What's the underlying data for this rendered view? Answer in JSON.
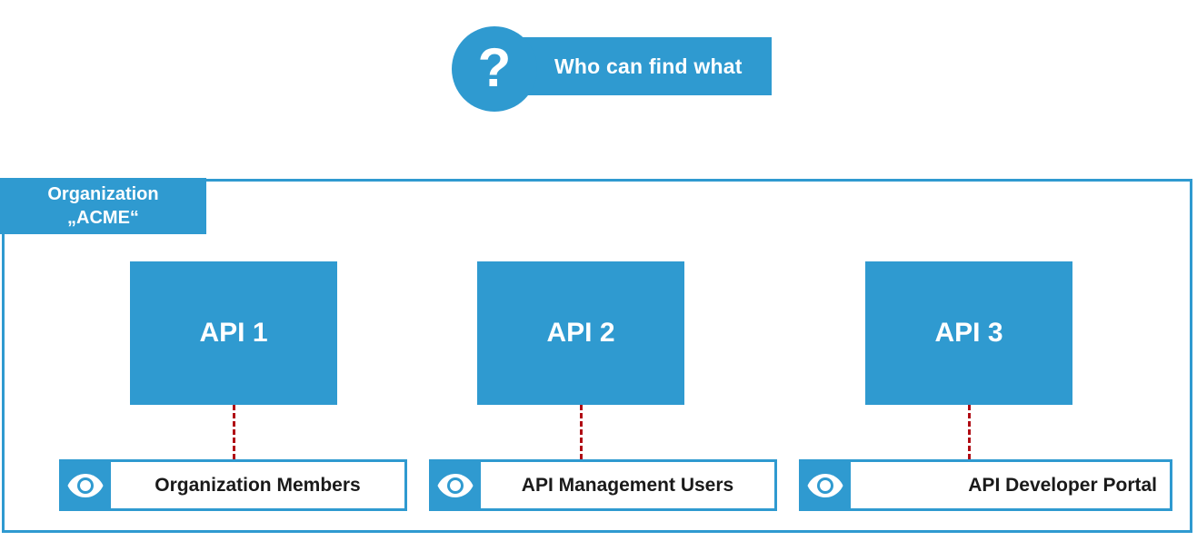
{
  "header": {
    "badge_icon": "question-mark-icon",
    "badge_glyph": "?",
    "title": "Who can find what"
  },
  "organization": {
    "label_line1": "Organization",
    "label_line2": "„ACME“"
  },
  "apis": [
    {
      "name": "API 1"
    },
    {
      "name": "API 2"
    },
    {
      "name": "API 3"
    }
  ],
  "audiences": [
    {
      "icon": "eye-icon",
      "label": "Organization Members"
    },
    {
      "icon": "eye-icon",
      "label": "API Management Users"
    },
    {
      "icon": "eye-icon",
      "label": "API Developer Portal"
    }
  ],
  "colors": {
    "brand_blue": "#2f9ad0",
    "connector_red": "#b00b14",
    "text_dark": "#1a1a1a",
    "text_light": "#ffffff",
    "background": "#ffffff"
  }
}
